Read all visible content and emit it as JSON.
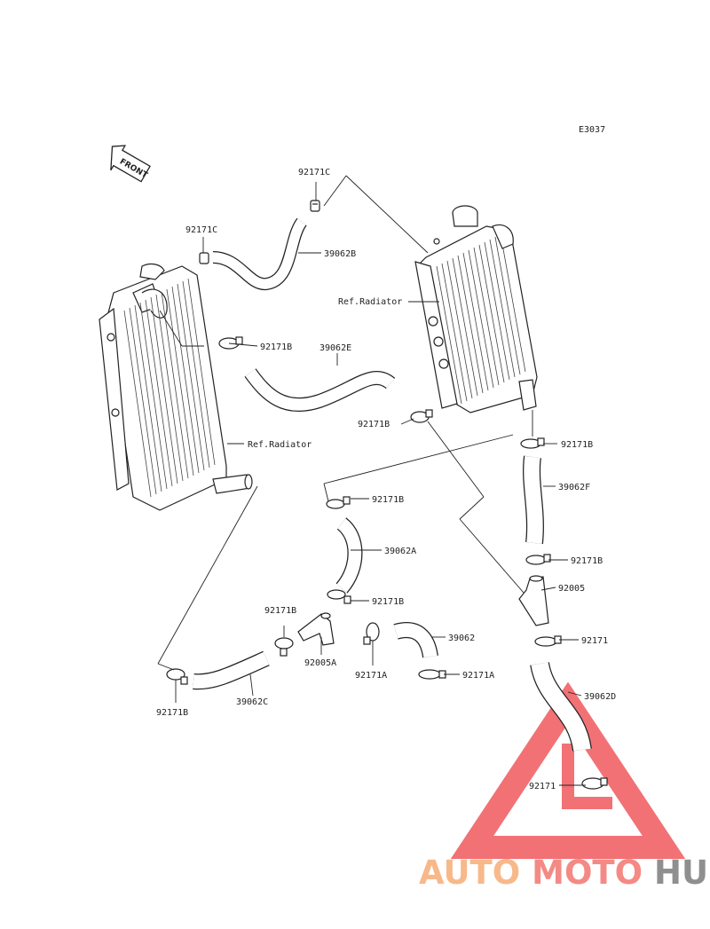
{
  "diagram_code": "E3037",
  "front_label": "FRONT",
  "labels": {
    "c_top": "92171C",
    "c_left": "92171C",
    "hose_b": "39062B",
    "ref_radiator_right": "Ref.Radiator",
    "b_left_clamp": "92171B",
    "hose_e": "39062E",
    "b_mid_clamp": "92171B",
    "ref_radiator_left": "Ref.Radiator",
    "b_right_clamp": "92171B",
    "hose_f": "39062F",
    "b_a_top": "92171B",
    "hose_a": "39062A",
    "b_right_lower": "92171B",
    "pipe_92005": "92005",
    "b_a_bottom": "92171B",
    "b_left_joint": "92171B",
    "pipe_92005a": "92005A",
    "clamp_a_1": "92171A",
    "hose_39062": "39062",
    "clamp_a_2": "92171A",
    "clamp_92171_top": "92171",
    "hose_d": "39062D",
    "clamp_92171_bottom": "92171",
    "b_bottom_left": "92171B",
    "hose_c": "39062C"
  },
  "watermark": {
    "part1": "AUTO",
    "part2": "MOTO",
    "part3": "HUB",
    "color1": "#f7b98a",
    "color2": "#f48a85",
    "color3": "#8f8f8f",
    "triangle_color": "#ef4a4f"
  }
}
